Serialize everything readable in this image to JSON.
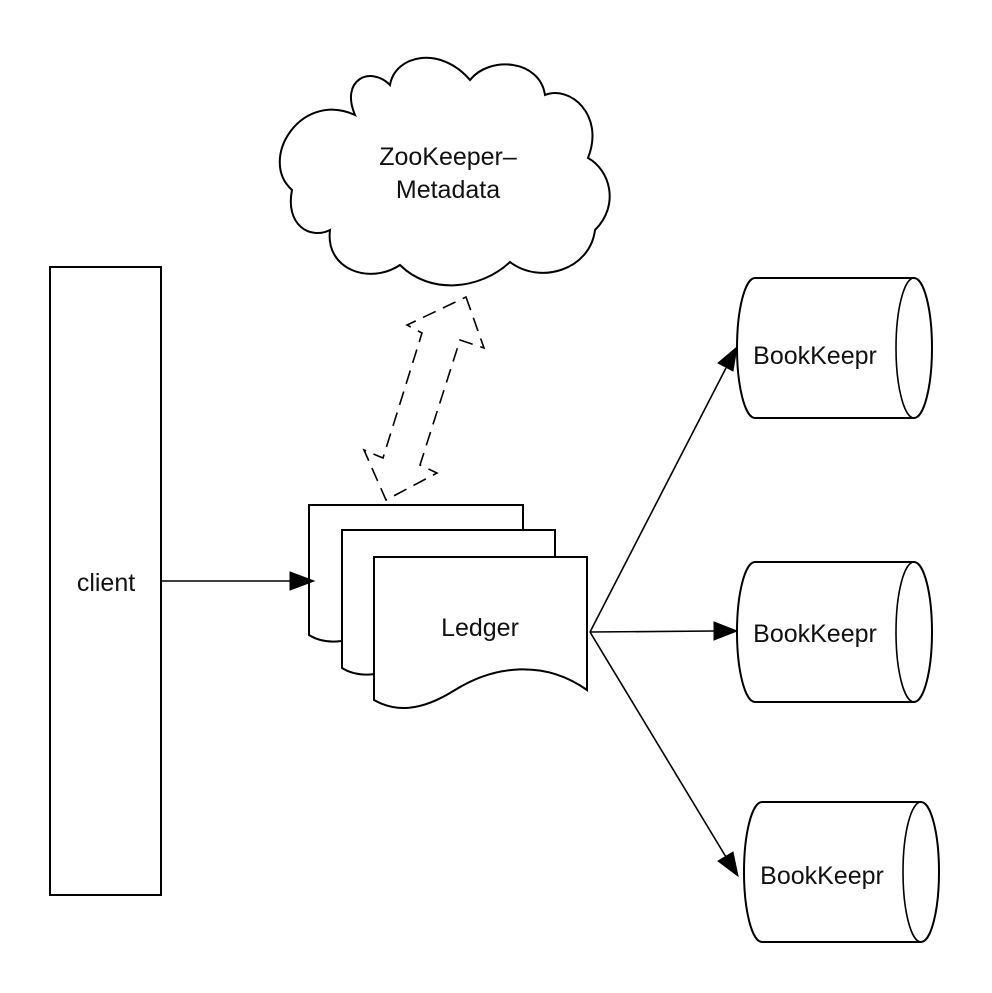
{
  "diagram": {
    "cloud": {
      "line1": "ZooKeeper–",
      "line2": "Metadata"
    },
    "client": {
      "label": "client"
    },
    "ledger": {
      "label": "Ledger"
    },
    "bookies": [
      {
        "label": "BookKeepr"
      },
      {
        "label": "BookKeepr"
      },
      {
        "label": "BookKeepr"
      }
    ]
  }
}
